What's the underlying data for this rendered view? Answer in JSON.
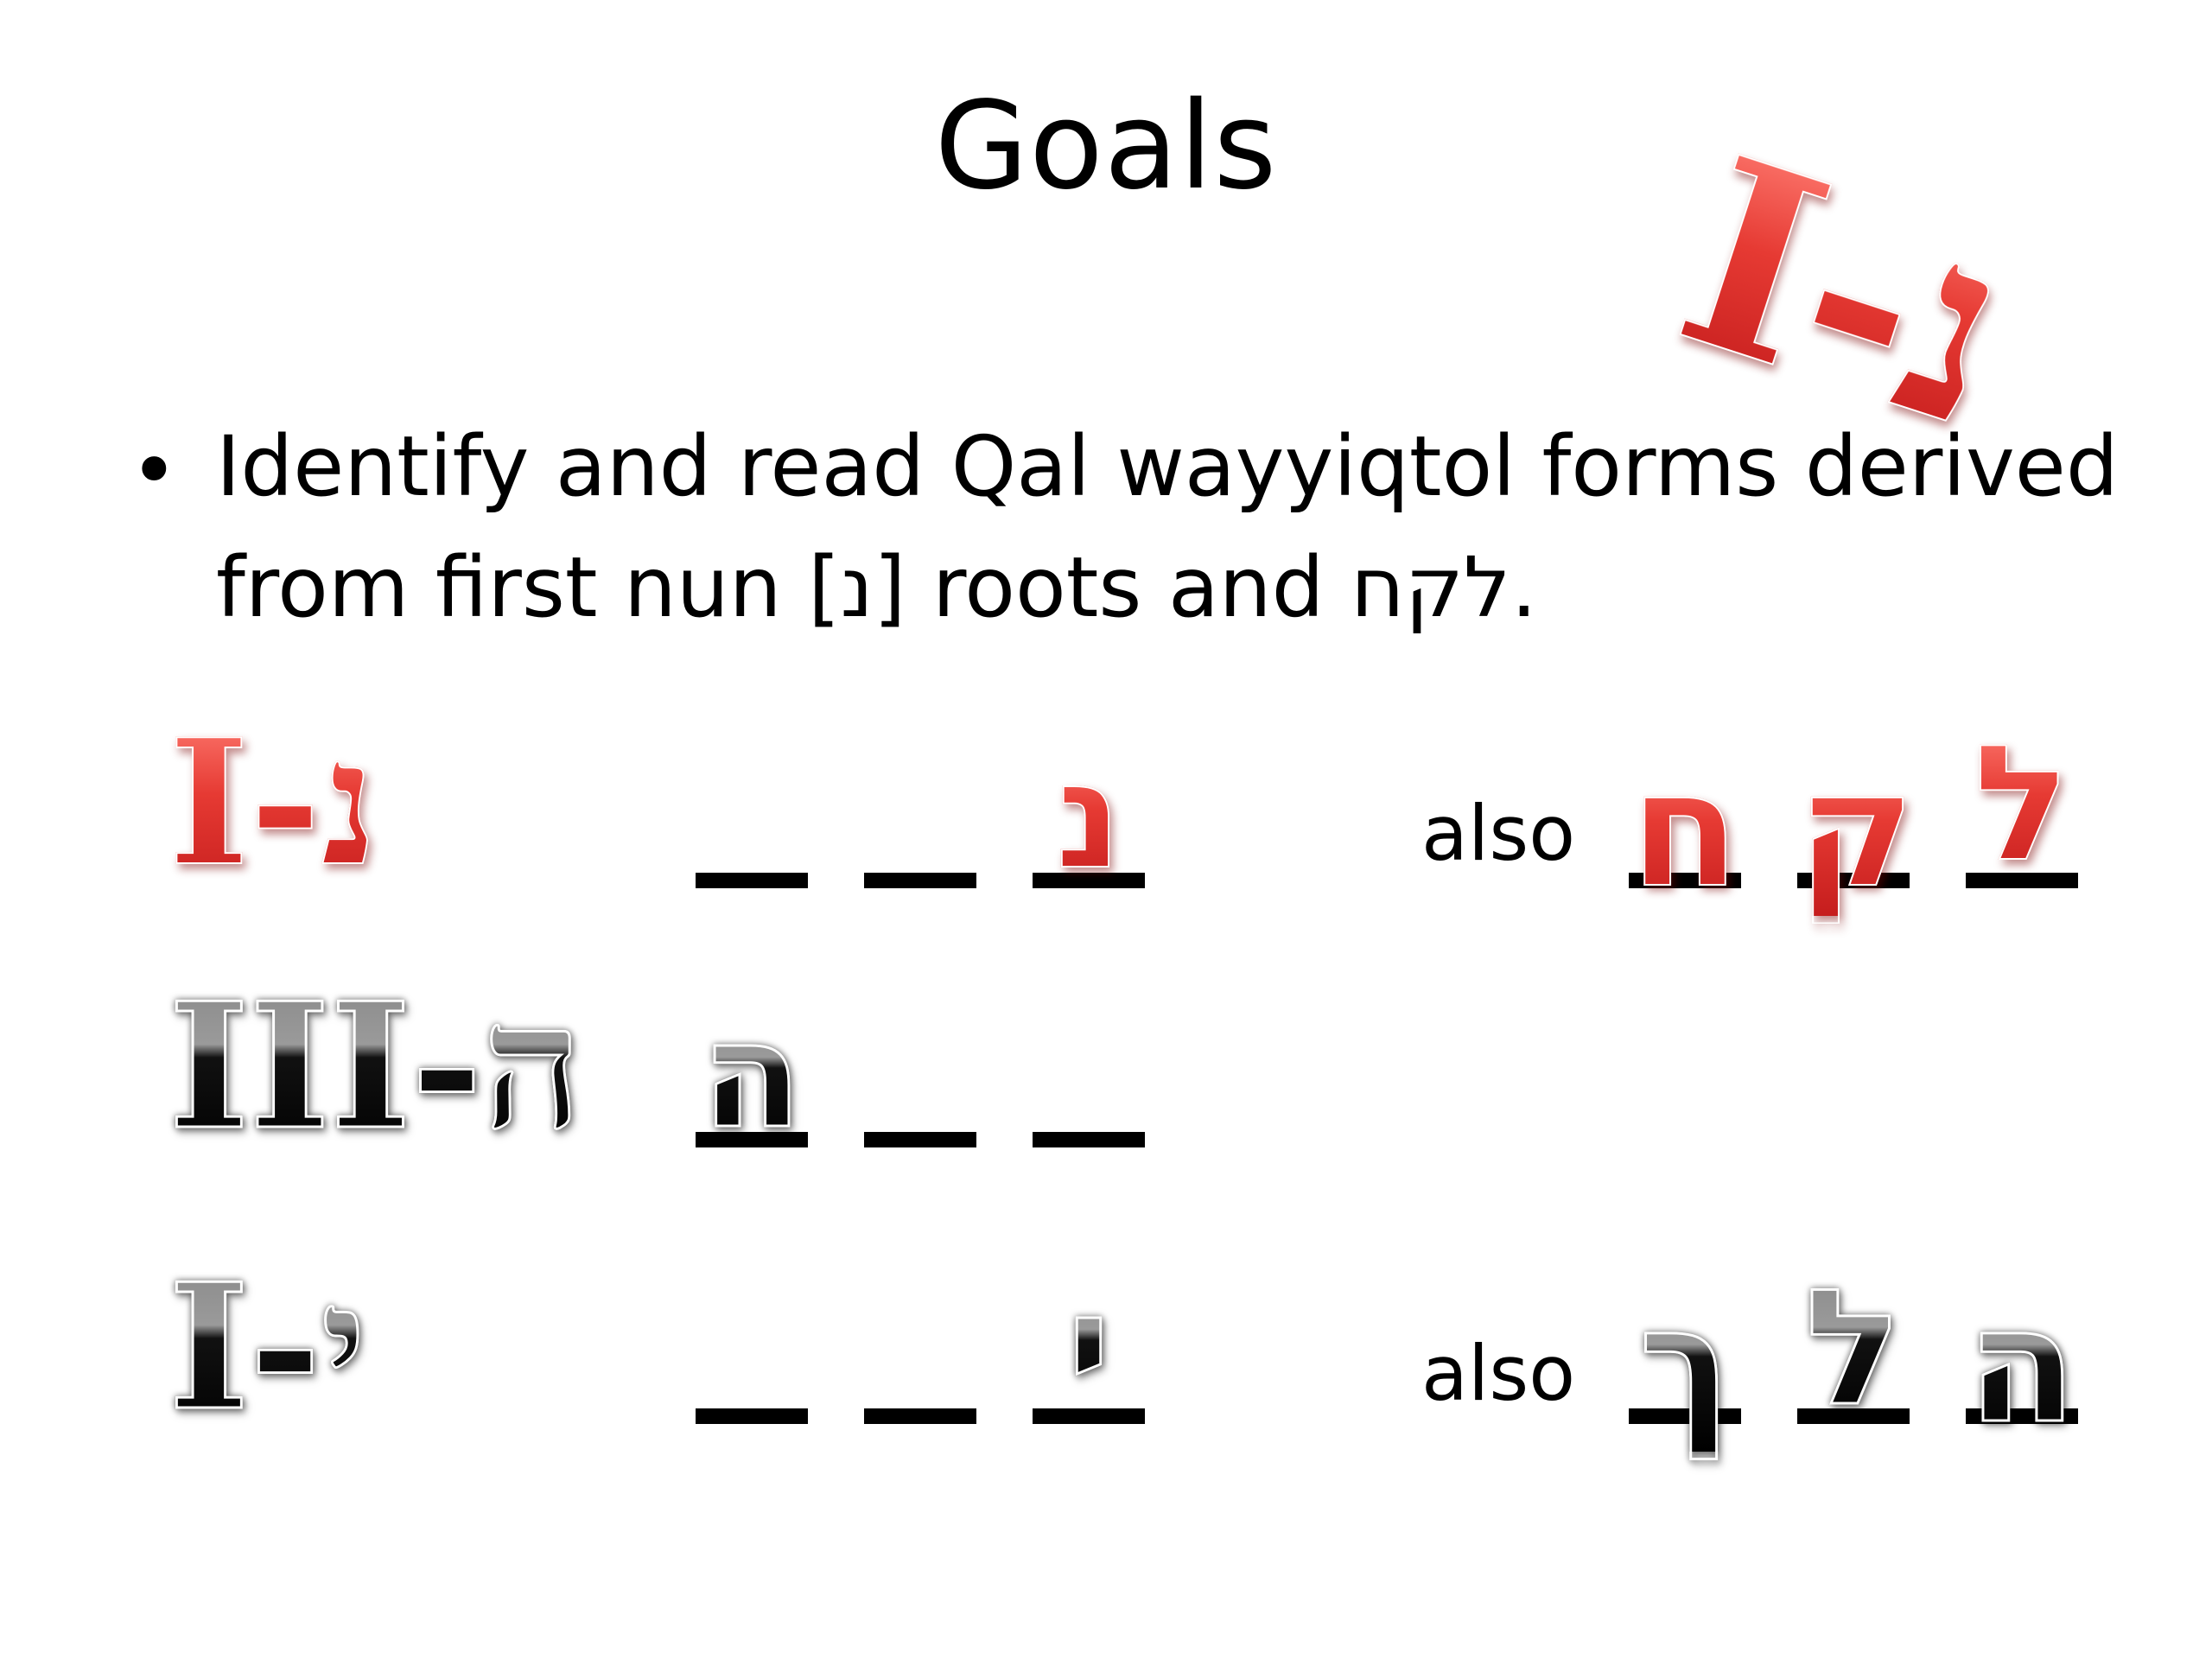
{
  "slide": {
    "title": "Goals",
    "corner_label": "I-נ",
    "bullet": {
      "marker": "•",
      "line1": "Identify and read Qal wayyiqtol forms derived",
      "line2": "from first nun [נ] roots and לקח."
    }
  },
  "rows": [
    {
      "label": "I-נ",
      "slots": [
        "",
        "",
        "נ"
      ],
      "also_text": "also",
      "also_letters": [
        "ח",
        "ק",
        "ל"
      ]
    },
    {
      "label": "III-ה",
      "slots": [
        "ה",
        "",
        ""
      ]
    },
    {
      "label": "I-י",
      "slots": [
        "",
        "",
        "י"
      ],
      "also_text": "also",
      "also_letters": [
        "ך",
        "ל",
        "ה"
      ]
    }
  ],
  "colors": {
    "accent_red": "#e23b35",
    "dark": "#111111",
    "rule": "#000000"
  }
}
